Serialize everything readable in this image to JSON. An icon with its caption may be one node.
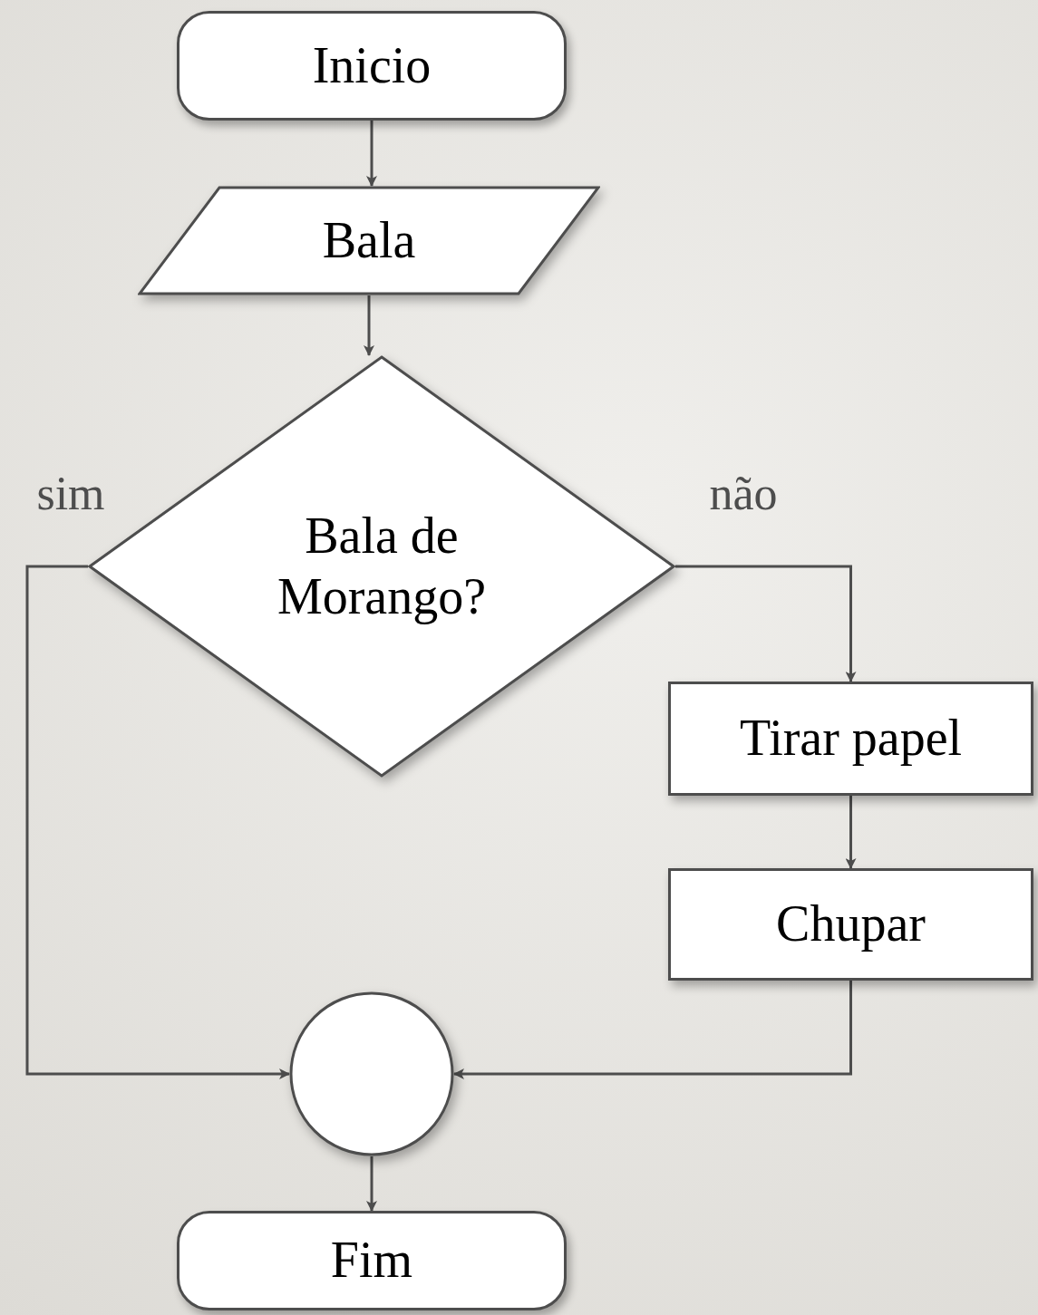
{
  "diagram": {
    "nodes": [
      {
        "text": [
          "Inicio"
        ]
      },
      {
        "text": [
          "Bala"
        ]
      },
      {
        "text": [
          "Bala de Morango?"
        ]
      },
      {
        "text": [
          "Tirar papel"
        ]
      },
      {
        "text": [
          "Chupar"
        ]
      },
      {
        "text": [],
        "shape": "circle"
      },
      {
        "text": [
          "Fim"
        ]
      }
    ],
    "edges": [
      {
        "from": 0,
        "to": 1,
        "arrow": "to"
      },
      {
        "from": 1,
        "to": 2,
        "arrow": "to"
      },
      {
        "from": 2,
        "to": 5,
        "label": "sim",
        "arrow": "to"
      },
      {
        "from": 2,
        "to": 3,
        "label": "não",
        "arrow": "to"
      },
      {
        "from": 3,
        "to": 4,
        "arrow": "to"
      },
      {
        "from": 4,
        "to": 5,
        "arrow": "to"
      },
      {
        "from": 5,
        "to": 6,
        "arrow": "to"
      }
    ]
  }
}
